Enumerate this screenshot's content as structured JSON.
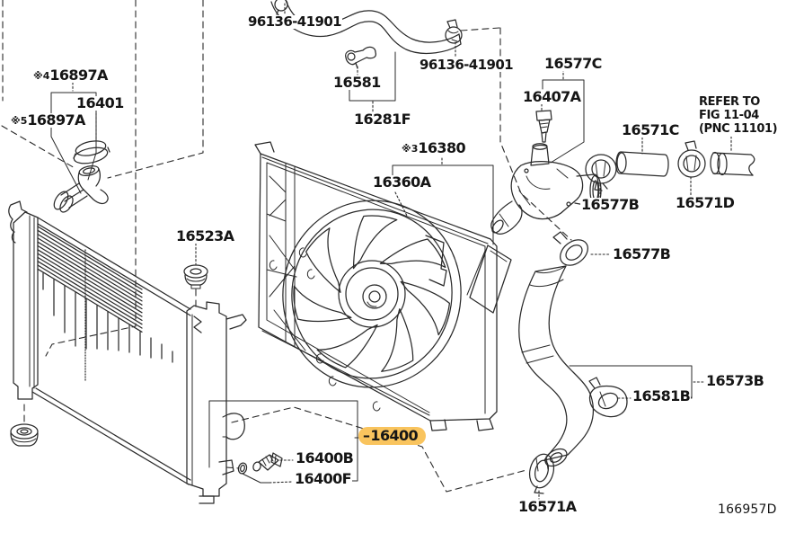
{
  "diagram": {
    "code": "166957D",
    "highlight_color": "#F9C45E",
    "note": {
      "line1": "REFER TO",
      "line2": "FIG 11-04",
      "line3": "(PNC 11101)"
    }
  },
  "labels": {
    "clamp_upper_left": {
      "text": "96136-41901"
    },
    "clamp_upper_right": {
      "text": "96136-41901"
    },
    "hose_clip": {
      "text": "16581"
    },
    "upper_hose": {
      "text": "16281F"
    },
    "water_inlet": {
      "text": "16577C"
    },
    "vent_plug": {
      "text": "16407A"
    },
    "bypass_hose": {
      "text": "16571C"
    },
    "clamp_16577b_1": {
      "text": "16577B"
    },
    "clamp_16571d": {
      "text": "16571D"
    },
    "shroud_assembly": {
      "prefix": "※3",
      "text": "16380"
    },
    "fan_shroud": {
      "text": "16360A"
    },
    "grommet": {
      "text": "16523A"
    },
    "clamp_16577b_2": {
      "text": "16577B"
    },
    "outlet_hose": {
      "text": "16573B"
    },
    "clamp_16581b": {
      "text": "16581B"
    },
    "clamp_16571a": {
      "text": "16571A"
    },
    "radiator": {
      "leader": "–",
      "text": "16400"
    },
    "drain_plug": {
      "text": "16400B"
    },
    "drain_plug_gasket": {
      "text": "16400F"
    },
    "cap_sub_4": {
      "prefix": "※4",
      "text": "16897A"
    },
    "radiator_cap": {
      "text": "16401"
    },
    "cap_sub_5": {
      "prefix": "※5",
      "text": "16897A"
    }
  }
}
